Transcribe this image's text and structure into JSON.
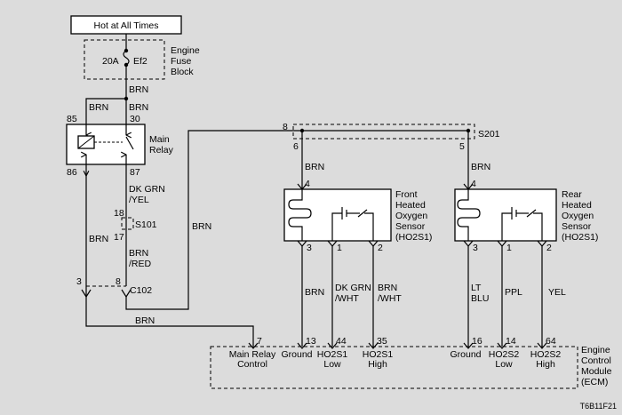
{
  "header": {
    "hot_label": "Hot at All Times"
  },
  "fuse_block": {
    "rating": "20A",
    "fuse_id": "Ef2",
    "label": [
      "Engine",
      "Fuse",
      "Block"
    ]
  },
  "wires": {
    "brn": "BRN",
    "dk_grn_yel": [
      "DK GRN",
      "/YEL"
    ],
    "brn_red": [
      "BRN",
      "/RED"
    ],
    "dk_grn_wht": [
      "DK GRN",
      "/WHT"
    ],
    "brn_wht": [
      "BRN",
      "/WHT"
    ],
    "lt_blu": [
      "LT",
      "BLU"
    ],
    "ppl": "PPL",
    "yel": "YEL"
  },
  "relay": {
    "label": [
      "Main",
      "Relay"
    ],
    "pins": {
      "p85": "85",
      "p30": "30",
      "p86": "86",
      "p87": "87"
    }
  },
  "splices": {
    "s101": "S101",
    "s201": "S201"
  },
  "connectors": {
    "c102": "C102",
    "c102_left_pin": "3",
    "c102_right_pin": "8",
    "s101_top": "18",
    "s101_bottom": "17",
    "s201_in": "8",
    "s201_left": "6",
    "s201_right": "5"
  },
  "front_sensor": {
    "label": [
      "Front",
      "Heated",
      "Oxygen",
      "Sensor",
      "(HO2S1)"
    ],
    "pins": {
      "p4": "4",
      "p3": "3",
      "p1": "1",
      "p2": "2"
    }
  },
  "rear_sensor": {
    "label": [
      "Rear",
      "Heated",
      "Oxygen",
      "Sensor",
      "(HO2S1)"
    ],
    "pins": {
      "p4": "4",
      "p3": "3",
      "p1": "1",
      "p2": "2"
    }
  },
  "ecm": {
    "label": [
      "Engine",
      "Control",
      "Module",
      "(ECM)"
    ],
    "pins": {
      "main_relay_control": "7",
      "ground1": "13",
      "ho2s1_low": "44",
      "ho2s1_high": "35",
      "ground2": "16",
      "ho2s2_low": "14",
      "ho2s2_high": "64"
    },
    "terminals": {
      "main_relay_control": [
        "Main Relay",
        "Control"
      ],
      "ground": "Ground",
      "ho2s1_low": [
        "HO2S1",
        "Low"
      ],
      "ho2s1_high": [
        "HO2S1",
        "High"
      ],
      "ho2s2_low": [
        "HO2S2",
        "Low"
      ],
      "ho2s2_high": [
        "HO2S2",
        "High"
      ]
    }
  },
  "footer": {
    "figure_code": "T6B11F21"
  }
}
